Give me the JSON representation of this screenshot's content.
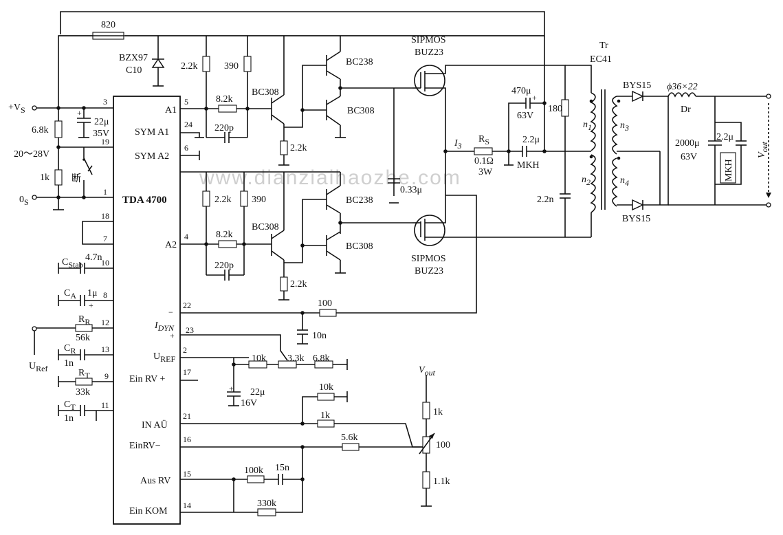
{
  "watermark": "www.dianziaihaozhe.com",
  "ic": {
    "name": "TDA 4700",
    "pins": [
      {
        "num": "3",
        "label": ""
      },
      {
        "num": "19",
        "label": ""
      },
      {
        "num": "1",
        "label": ""
      },
      {
        "num": "18",
        "label": ""
      },
      {
        "num": "7",
        "label": ""
      },
      {
        "num": "10",
        "label": ""
      },
      {
        "num": "8",
        "label": ""
      },
      {
        "num": "12",
        "label": ""
      },
      {
        "num": "13",
        "label": ""
      },
      {
        "num": "9",
        "label": ""
      },
      {
        "num": "11",
        "label": ""
      },
      {
        "num": "5",
        "label": "A1"
      },
      {
        "num": "24",
        "label": "SYM A1"
      },
      {
        "num": "6",
        "label": "SYM A2"
      },
      {
        "num": "4",
        "label": "A2"
      },
      {
        "num": "22",
        "label": ""
      },
      {
        "num": "23",
        "label": "I"
      },
      {
        "num": "2",
        "label": "U"
      },
      {
        "num": "17",
        "label": "Ein RV +"
      },
      {
        "num": "21",
        "label": "IN AÜ"
      },
      {
        "num": "16",
        "label": "EinRV−"
      },
      {
        "num": "15",
        "label": "Aus RV"
      },
      {
        "num": "14",
        "label": "Ein KOM"
      }
    ],
    "sub_dyn": "DYN",
    "sub_ref": "REF",
    "minus_sign": "−",
    "plus_sign": "+"
  },
  "supply": {
    "vs": "+V",
    "vs_sub": "S",
    "zero": "0",
    "zero_sub": "S",
    "range": "20～28V",
    "switch_label": "断"
  },
  "components": {
    "r820": "820",
    "zener": "BZX97",
    "zener2": "C10",
    "r68k": "6.8k",
    "c22u": "22μ",
    "c22u_v": "35V",
    "r1k_in": "1k",
    "r22k_a": "2.2k",
    "r390_a": "390",
    "r82k_a": "8.2k",
    "c220p_a": "220p",
    "r22k_ea": "2.2k",
    "r22k_b": "2.2k",
    "r390_b": "390",
    "r82k_b": "8.2k",
    "c220p_b": "220p",
    "r22k_eb": "2.2k",
    "q_bc308": "BC308",
    "q_bc238": "BC238",
    "sipmos": "SIPMOS",
    "buz23": "BUZ23",
    "c47n": "4.7n",
    "cstab": "C",
    "cstab_sub": "Stab",
    "ca": "C",
    "ca_sub": "A",
    "c1u": "1μ",
    "rr": "R",
    "rr_sub": "R",
    "rr_val": "56k",
    "uref": "U",
    "uref_sub": "Ref",
    "cr": "C",
    "cr_sub": "R",
    "cr_val": "1n",
    "rt": "R",
    "rt_sub": "T",
    "rt_val": "33k",
    "ct": "C",
    "ct_sub": "T",
    "ct_val": "1n",
    "r100": "100",
    "c10n": "10n",
    "r10k_a": "10k",
    "r33k": "3.3k",
    "r68k_b": "6.8k",
    "c22u_b": "22μ",
    "c22u_b_v": "16V",
    "r10k_b": "10k",
    "r1k_b": "1k",
    "r56k": "5.6k",
    "r100k": "100k",
    "c15n": "15n",
    "r330k": "330k",
    "vout": "V",
    "vout_sub": "out",
    "r1k_out": "1k",
    "pot100": "100",
    "r11k": "1.1k",
    "i3": "I",
    "i3_sub": "3",
    "rs": "R",
    "rs_sub": "S",
    "rs_val": "0.1Ω",
    "rs_w": "3W",
    "c033": "0.33μ",
    "c470": "470μ",
    "c470_v": "63V",
    "r180": "180",
    "c22u_mkh": "2.2μ",
    "mkh": "MKH",
    "c22n": "2.2n",
    "tr": "Tr",
    "ec41": "EC41",
    "n1": "n",
    "n1_sub": "1",
    "n2": "n",
    "n2_sub": "2",
    "n3": "n",
    "n3_sub": "3",
    "n4": "n",
    "n4_sub": "4",
    "bys15": "BYS15",
    "dr_size": "ϕ36×22",
    "dr": "Dr",
    "c2000": "2000μ",
    "c2000_v": "63V",
    "c22_out": "2.2μ",
    "mkh2": "MKH",
    "vout2": "V",
    "vout2_sub": "out"
  }
}
